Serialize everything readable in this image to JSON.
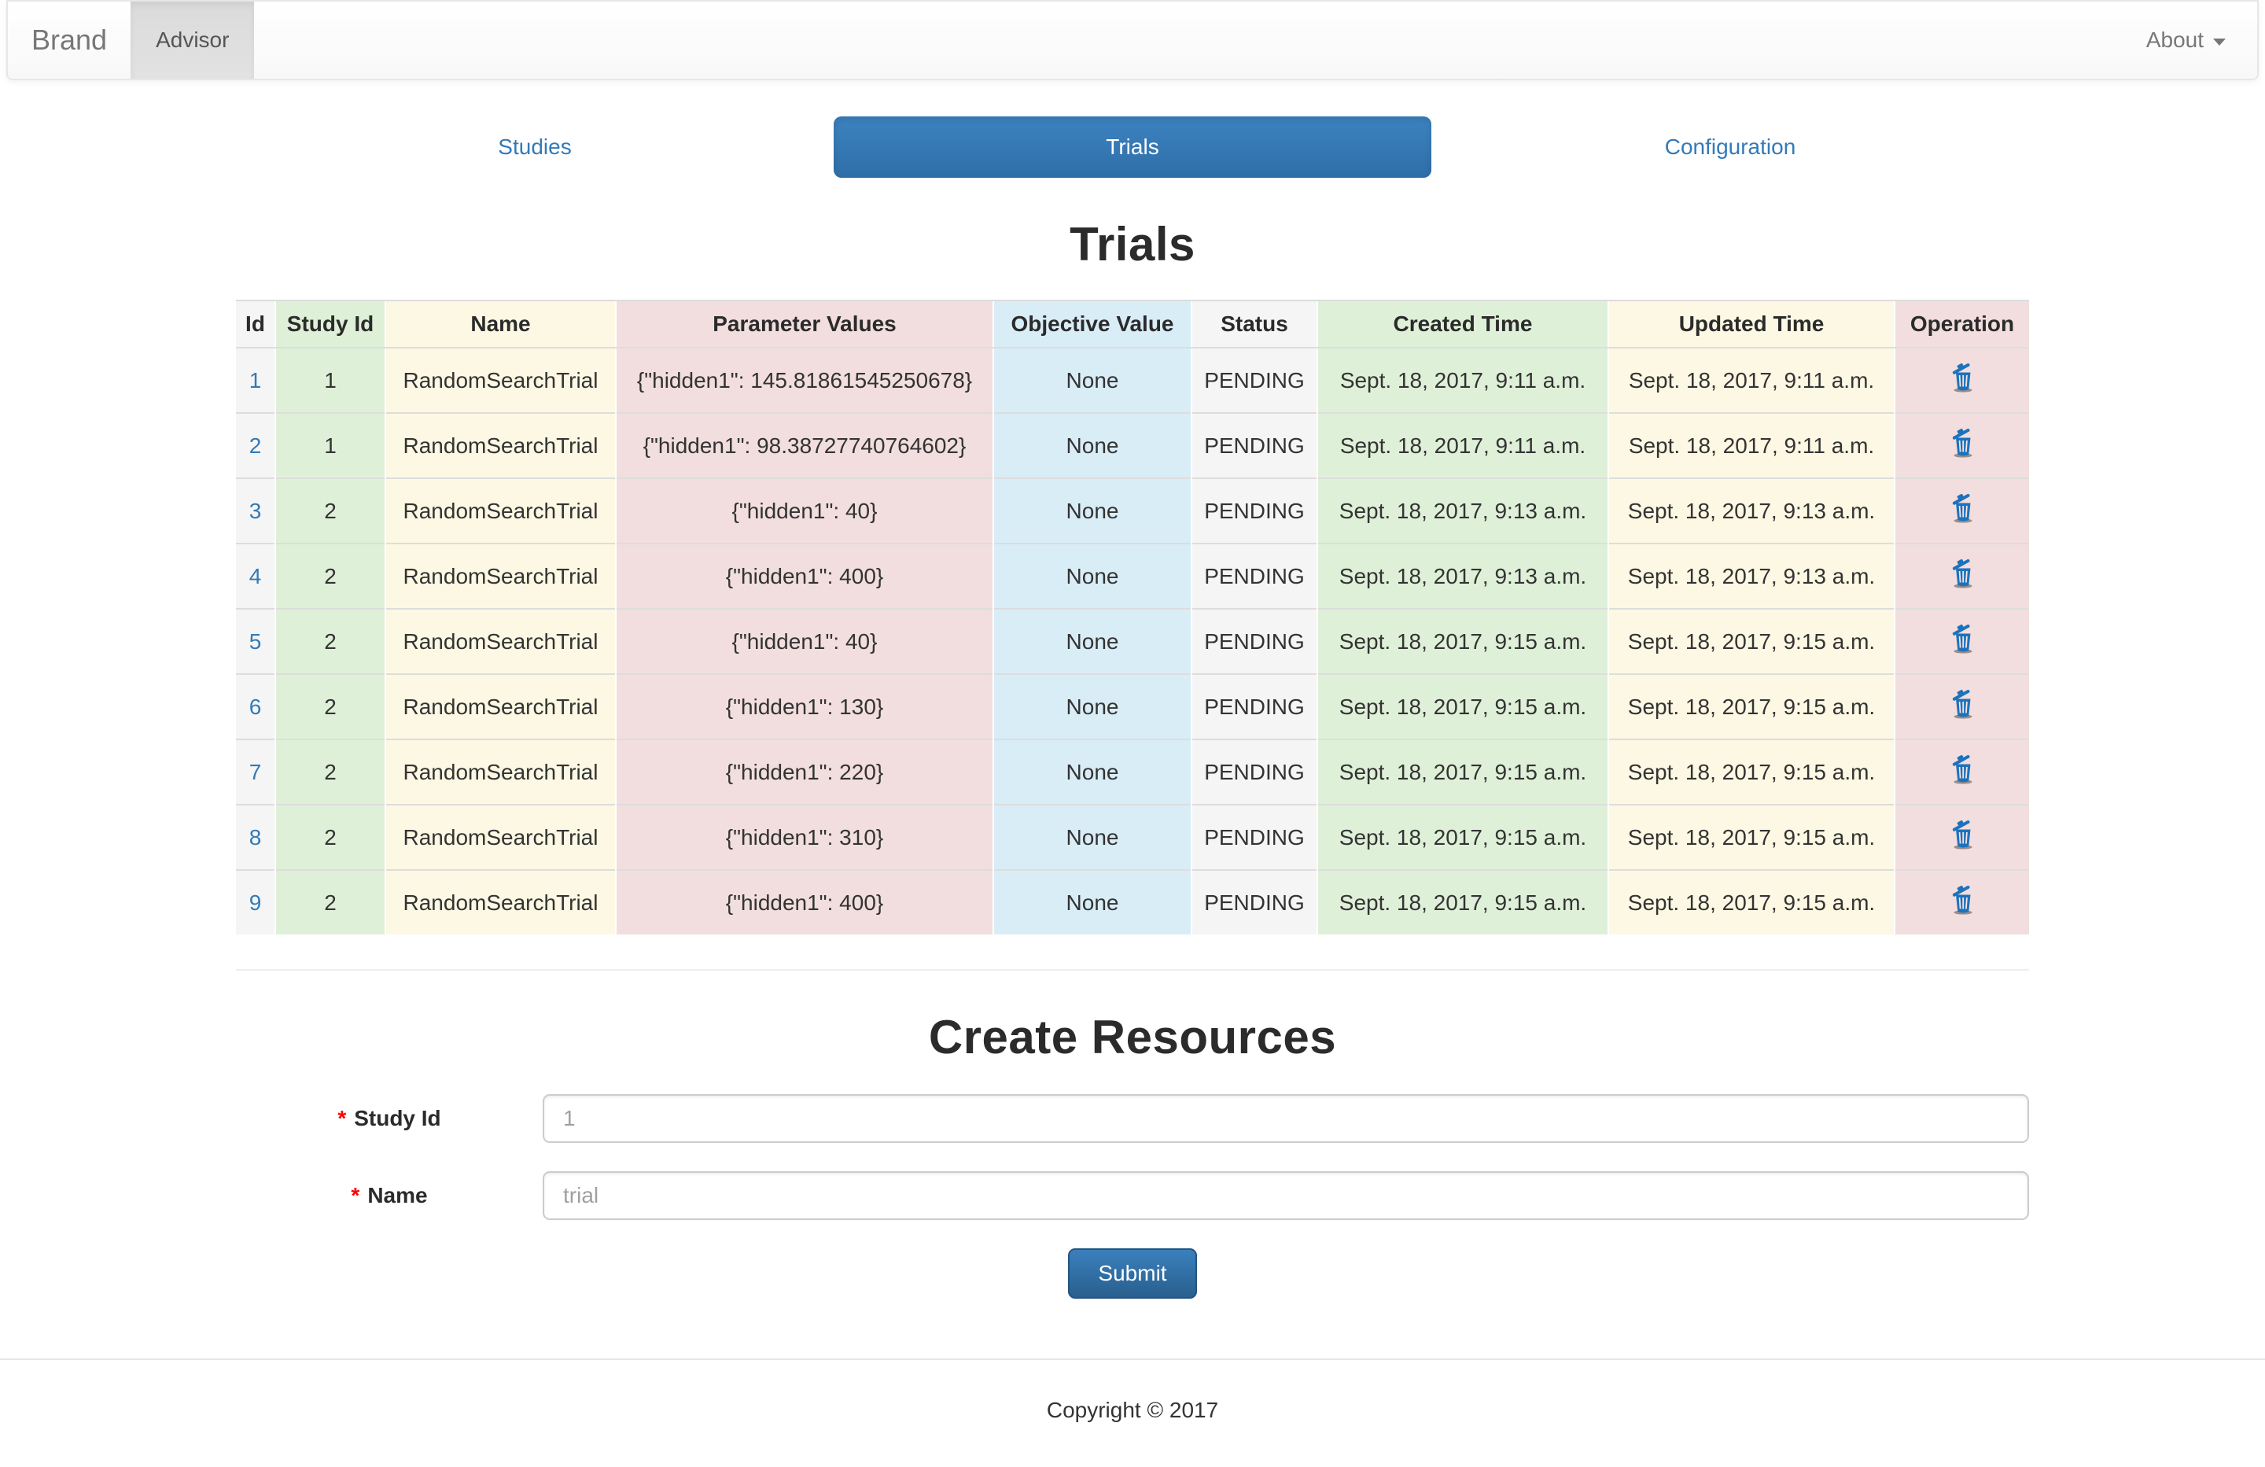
{
  "navbar": {
    "brand": "Brand",
    "items": [
      {
        "label": "Advisor",
        "active": true
      }
    ],
    "right_menu": {
      "label": "About",
      "icon": "caret-down-icon"
    }
  },
  "tabs": [
    {
      "label": "Studies",
      "active": false
    },
    {
      "label": "Trials",
      "active": true
    },
    {
      "label": "Configuration",
      "active": false
    }
  ],
  "trials_section": {
    "title": "Trials",
    "table": {
      "columns": [
        "Id",
        "Study Id",
        "Name",
        "Parameter Values",
        "Objective Value",
        "Status",
        "Created Time",
        "Updated Time",
        "Operation"
      ],
      "column_backgrounds": [
        "#f5f5f5",
        "#dff0d8",
        "#fcf8e3",
        "#f2dede",
        "#d9edf7",
        "#f5f5f5",
        "#dff0d8",
        "#fcf8e3",
        "#f2dede"
      ],
      "operation_icon": "trash-icon",
      "rows": [
        {
          "id": "1",
          "study_id": "1",
          "name": "RandomSearchTrial",
          "parameter_values": "{\"hidden1\": 145.81861545250678}",
          "objective_value": "None",
          "status": "PENDING",
          "created_time": "Sept. 18, 2017, 9:11 a.m.",
          "updated_time": "Sept. 18, 2017, 9:11 a.m."
        },
        {
          "id": "2",
          "study_id": "1",
          "name": "RandomSearchTrial",
          "parameter_values": "{\"hidden1\": 98.38727740764602}",
          "objective_value": "None",
          "status": "PENDING",
          "created_time": "Sept. 18, 2017, 9:11 a.m.",
          "updated_time": "Sept. 18, 2017, 9:11 a.m."
        },
        {
          "id": "3",
          "study_id": "2",
          "name": "RandomSearchTrial",
          "parameter_values": "{\"hidden1\": 40}",
          "objective_value": "None",
          "status": "PENDING",
          "created_time": "Sept. 18, 2017, 9:13 a.m.",
          "updated_time": "Sept. 18, 2017, 9:13 a.m."
        },
        {
          "id": "4",
          "study_id": "2",
          "name": "RandomSearchTrial",
          "parameter_values": "{\"hidden1\": 400}",
          "objective_value": "None",
          "status": "PENDING",
          "created_time": "Sept. 18, 2017, 9:13 a.m.",
          "updated_time": "Sept. 18, 2017, 9:13 a.m."
        },
        {
          "id": "5",
          "study_id": "2",
          "name": "RandomSearchTrial",
          "parameter_values": "{\"hidden1\": 40}",
          "objective_value": "None",
          "status": "PENDING",
          "created_time": "Sept. 18, 2017, 9:15 a.m.",
          "updated_time": "Sept. 18, 2017, 9:15 a.m."
        },
        {
          "id": "6",
          "study_id": "2",
          "name": "RandomSearchTrial",
          "parameter_values": "{\"hidden1\": 130}",
          "objective_value": "None",
          "status": "PENDING",
          "created_time": "Sept. 18, 2017, 9:15 a.m.",
          "updated_time": "Sept. 18, 2017, 9:15 a.m."
        },
        {
          "id": "7",
          "study_id": "2",
          "name": "RandomSearchTrial",
          "parameter_values": "{\"hidden1\": 220}",
          "objective_value": "None",
          "status": "PENDING",
          "created_time": "Sept. 18, 2017, 9:15 a.m.",
          "updated_time": "Sept. 18, 2017, 9:15 a.m."
        },
        {
          "id": "8",
          "study_id": "2",
          "name": "RandomSearchTrial",
          "parameter_values": "{\"hidden1\": 310}",
          "objective_value": "None",
          "status": "PENDING",
          "created_time": "Sept. 18, 2017, 9:15 a.m.",
          "updated_time": "Sept. 18, 2017, 9:15 a.m."
        },
        {
          "id": "9",
          "study_id": "2",
          "name": "RandomSearchTrial",
          "parameter_values": "{\"hidden1\": 400}",
          "objective_value": "None",
          "status": "PENDING",
          "created_time": "Sept. 18, 2017, 9:15 a.m.",
          "updated_time": "Sept. 18, 2017, 9:15 a.m."
        }
      ]
    }
  },
  "create_section": {
    "title": "Create Resources",
    "fields": [
      {
        "label": "Study Id",
        "required_marker": "*",
        "placeholder": "1",
        "value": ""
      },
      {
        "label": "Name",
        "required_marker": "*",
        "placeholder": "trial",
        "value": ""
      }
    ],
    "submit_label": "Submit"
  },
  "footer": {
    "copyright": "Copyright © 2017"
  },
  "colors": {
    "link": "#337ab7",
    "active_pill": "#337ab7",
    "navbar_active_bg": "#e0e0e0",
    "table_gray": "#f5f5f5",
    "table_green": "#dff0d8",
    "table_yellow": "#fcf8e3",
    "table_red": "#f2dede",
    "table_blue": "#d9edf7",
    "required": "#ff0000",
    "submit_bg": "#337ab7"
  }
}
